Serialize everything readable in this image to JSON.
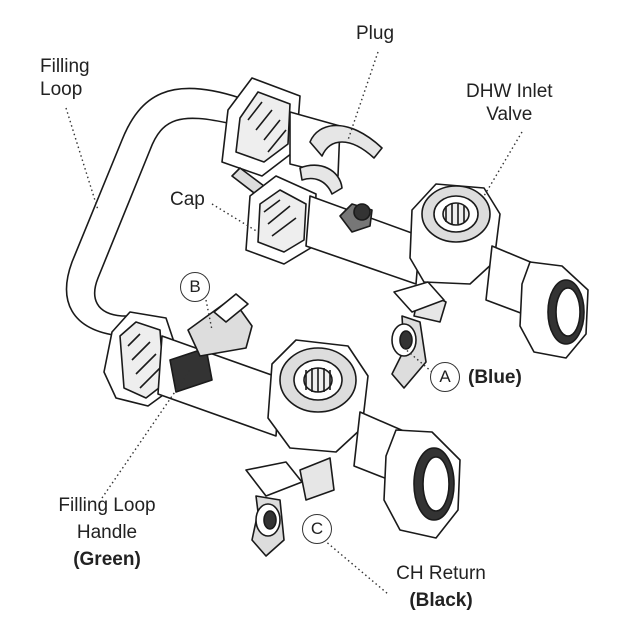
{
  "labels": {
    "plug": "Plug",
    "filling_loop": [
      "Filling",
      "Loop"
    ],
    "dhw_inlet_valve": [
      "DHW Inlet",
      "Valve"
    ],
    "cap": "Cap",
    "blue": "(Blue)",
    "filling_loop_handle": [
      "Filling Loop",
      "Handle"
    ],
    "green": "(Green)",
    "ch_return": "CH Return",
    "black": "(Black)"
  },
  "markers": {
    "a": "A",
    "b": "B",
    "c": "C"
  },
  "colors": {
    "line": "#1a1a1a",
    "fill": "#ffffff",
    "shade": "#3a3a3a",
    "light_shade": "#d9d9d9"
  }
}
